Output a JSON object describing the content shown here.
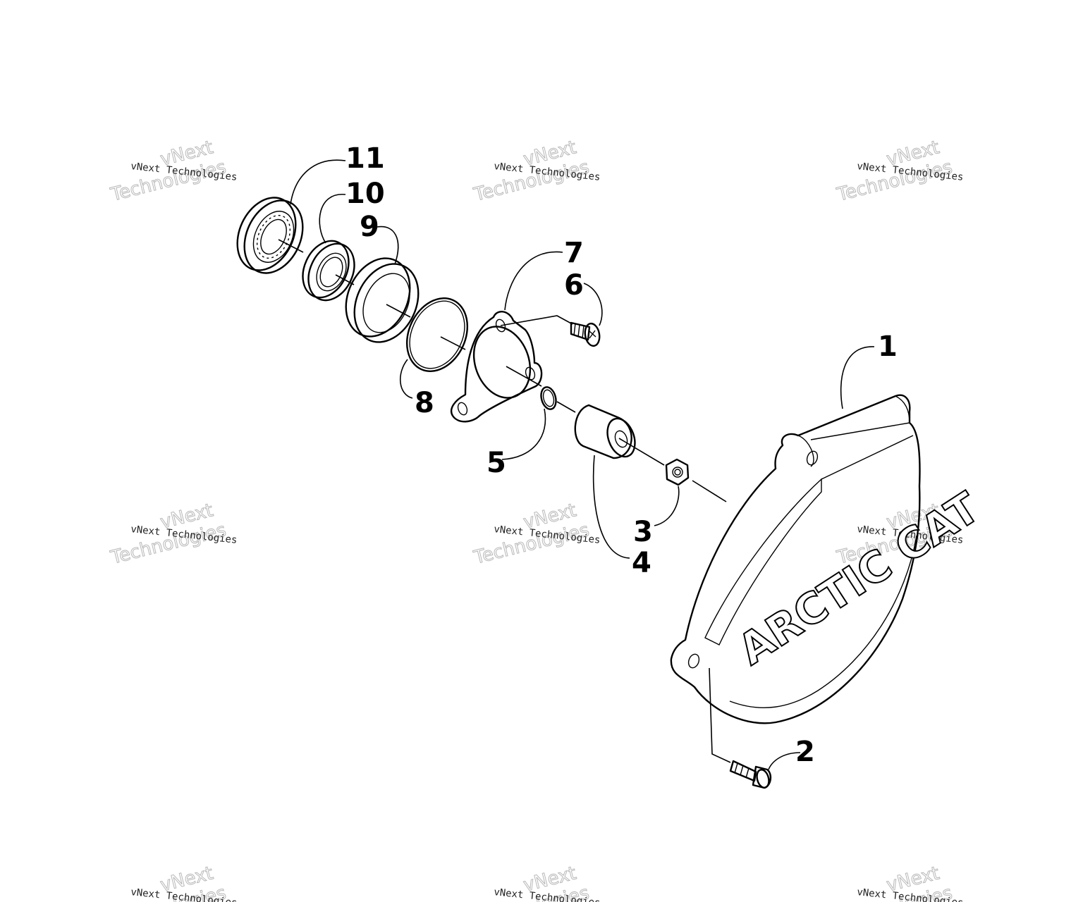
{
  "callouts": [
    {
      "id": "1",
      "label": "1"
    },
    {
      "id": "2",
      "label": "2"
    },
    {
      "id": "3",
      "label": "3"
    },
    {
      "id": "4",
      "label": "4"
    },
    {
      "id": "5",
      "label": "5"
    },
    {
      "id": "6",
      "label": "6"
    },
    {
      "id": "7",
      "label": "7"
    },
    {
      "id": "8",
      "label": "8"
    },
    {
      "id": "9",
      "label": "9"
    },
    {
      "id": "10",
      "label": "10"
    },
    {
      "id": "11",
      "label": "11"
    }
  ],
  "cover_logo": "ARCTIC CAT",
  "watermark": {
    "small": "vNext Technologies",
    "big_line1": "vNext",
    "big_line2": "Technologies"
  }
}
